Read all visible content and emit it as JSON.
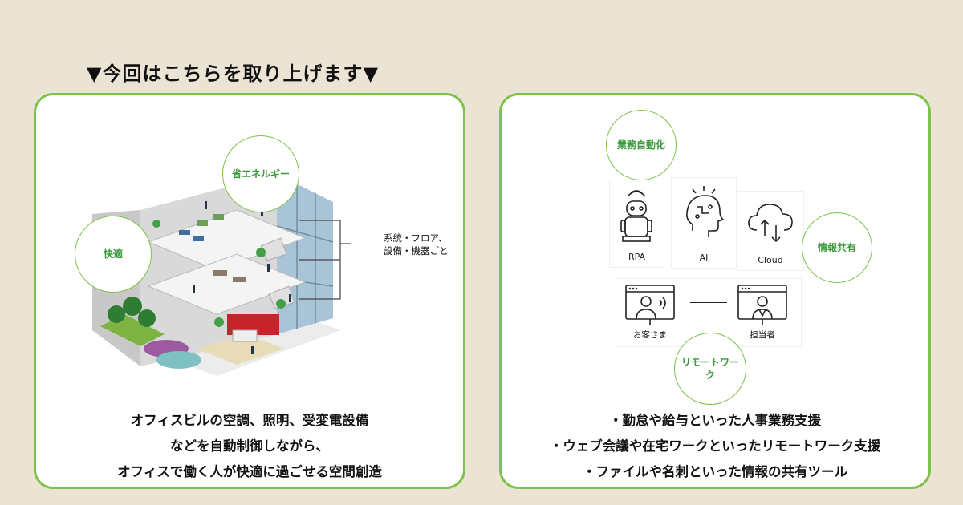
{
  "heading": "▼今回はこちらを取り上げます▼",
  "left": {
    "labels": {
      "energy": "省エネルギー",
      "comfort": "快適"
    },
    "annotation": [
      "系統・フロア、",
      "設備・機器ごと"
    ],
    "caption": [
      "オフィスビルの空調、照明、受変電設備",
      "などを自動制御しながら、",
      "オフィスで働く人が快適に過ごせる空間創造"
    ]
  },
  "right": {
    "labels": {
      "automation": "業務自動化",
      "sharing": "情報共有",
      "remote": "リモートワーク"
    },
    "cards": {
      "rpa": "RPA",
      "ai": "AI",
      "cloud": "Cloud"
    },
    "people": {
      "customer": "お客さま",
      "staff": "担当者"
    },
    "caption": [
      "・勤怠や給与といった人事業務支援",
      "・ウェブ会議や在宅ワークといったリモートワーク支援",
      "・ファイルや名刺といった情報の共有ツール"
    ]
  },
  "colors": {
    "accent": "#7dc24a",
    "label_text": "#3a9a3c",
    "background": "#ebe3d4"
  }
}
